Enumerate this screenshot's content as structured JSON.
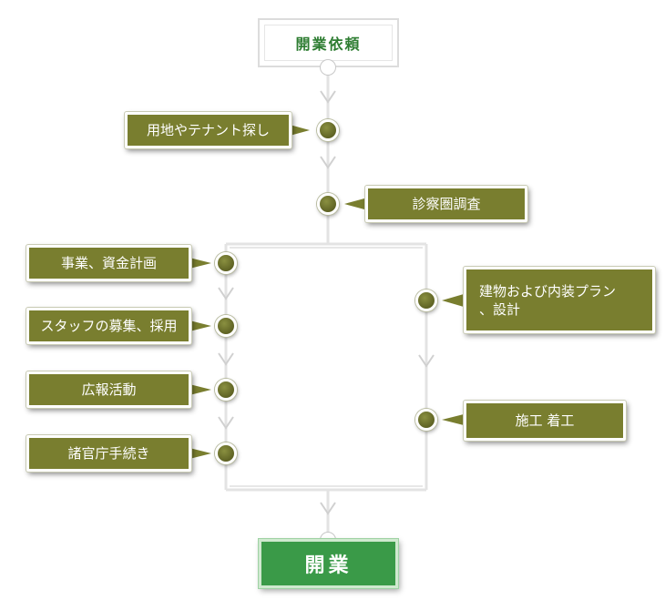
{
  "diagram": {
    "start": "開業依頼",
    "end": "開業",
    "steps": {
      "site": "用地やテナント探し",
      "survey": "診察圏調査",
      "plan": "事業、資金計画",
      "staff": "スタッフの募集、採用",
      "pr": "広報活動",
      "permits": "諸官庁手続き",
      "design_line1": "建物および内装プラン",
      "design_line2": "、設計",
      "construction": "施工 着工"
    }
  }
}
